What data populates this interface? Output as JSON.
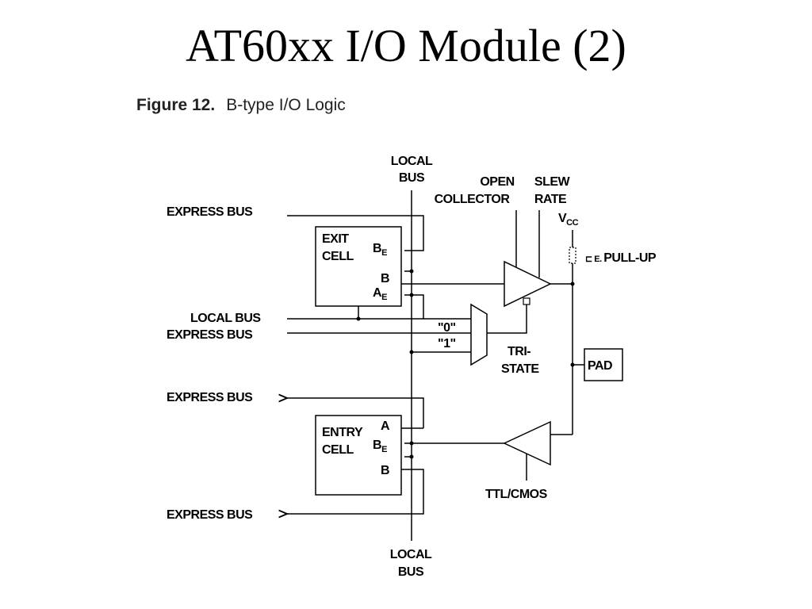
{
  "slide": {
    "title": "AT60xx I/O Module (2)"
  },
  "figure": {
    "number": "Figure 12.",
    "caption": "B-type I/O Logic"
  },
  "labels": {
    "local_bus_top_1": "LOCAL",
    "local_bus_top_2": "BUS",
    "open_collector_1": "OPEN",
    "open_collector_2": "COLLECTOR",
    "slew_rate_1": "SLEW",
    "slew_rate_2": "RATE",
    "vcc_main": "V",
    "vcc_sub": "CC",
    "pull_up": "PULL-UP",
    "express_bus_1": "EXPRESS  BUS",
    "exit_cell_1": "EXIT",
    "exit_cell_2": "CELL",
    "be_main": "B",
    "be_sub": "E",
    "b": "B",
    "ae_main": "A",
    "ae_sub": "E",
    "local_bus_left": "LOCAL  BUS",
    "express_bus_2": "EXPRESS  BUS",
    "mux_zero": "\"0\"",
    "mux_one": "\"1\"",
    "tri_state_1": "TRI-",
    "tri_state_2": "STATE",
    "pad": "PAD",
    "express_bus_3": "EXPRESS  BUS",
    "entry_cell_1": "ENTRY",
    "entry_cell_2": "CELL",
    "entry_a": "A",
    "entry_be_main": "B",
    "entry_be_sub": "E",
    "entry_b": "B",
    "ttl_cmos": "TTL/CMOS",
    "express_bus_4": "EXPRESS  BUS",
    "local_bus_bottom_1": "LOCAL",
    "local_bus_bottom_2": "BUS"
  }
}
